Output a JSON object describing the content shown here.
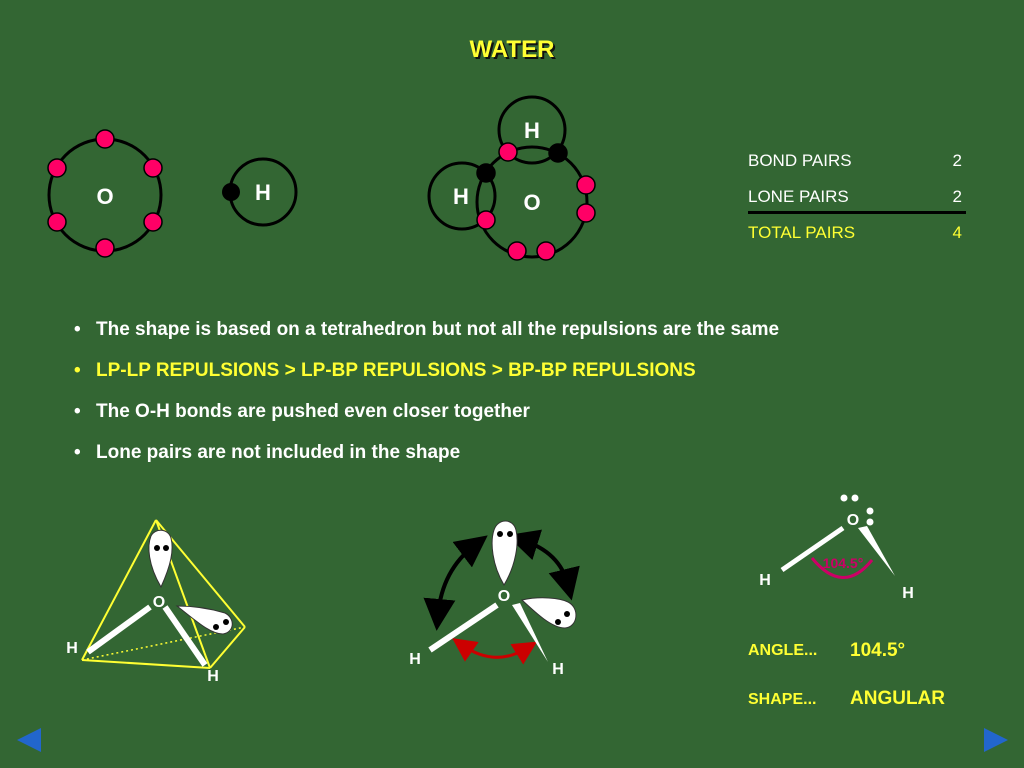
{
  "slide": {
    "title": "WATER"
  },
  "atoms": {
    "oxygen": "O",
    "hydrogen": "H"
  },
  "table": {
    "rows": [
      {
        "label": "BOND PAIRS",
        "value": "2"
      },
      {
        "label": "LONE PAIRS",
        "value": "2"
      },
      {
        "label": "TOTAL PAIRS",
        "value": "4"
      }
    ]
  },
  "bullets": [
    "The shape is based on a tetrahedron but not all the repulsions are the same",
    "LP-LP REPULSIONS > LP-BP REPULSIONS > BP-BP REPULSIONS",
    "The O-H bonds are pushed even closer together",
    "Lone pairs are not included in the shape"
  ],
  "angle_label": "104.5°",
  "properties": {
    "angle_label": "ANGLE...",
    "angle_value": "104.5°",
    "shape_label": "SHAPE...",
    "shape_value": "ANGULAR"
  },
  "colors": {
    "background": "#336633",
    "highlight": "#ffff33",
    "electron_o": "#ff0066",
    "electron_h": "#000000",
    "angle_arc": "#cc0066",
    "arrow_bp": "#cc0000",
    "nav": "#2266cc"
  },
  "icons": {
    "prev": "left-triangle-icon",
    "next": "right-triangle-icon"
  }
}
